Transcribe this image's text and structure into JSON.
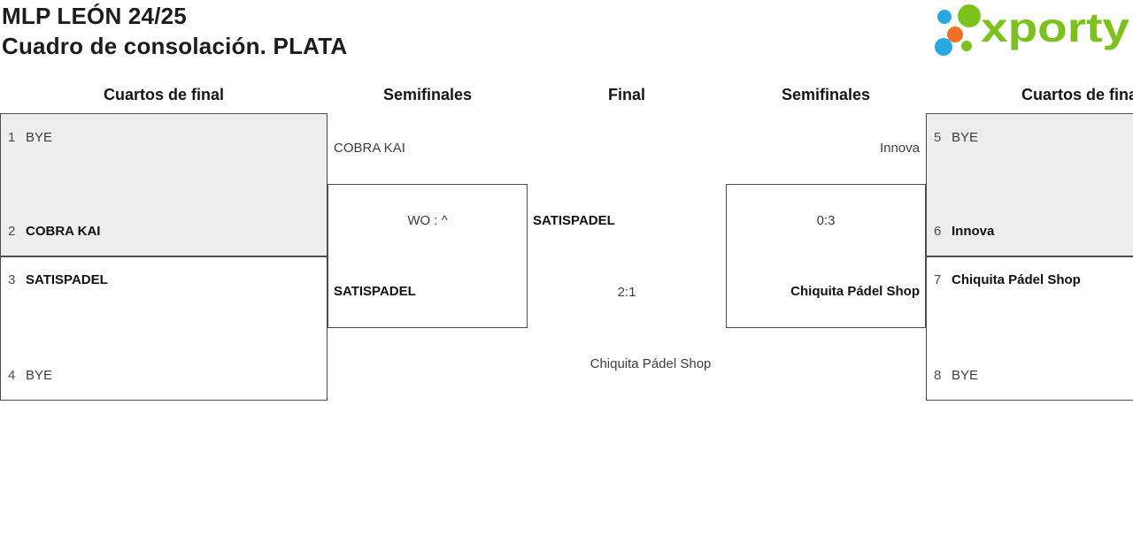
{
  "header": {
    "title": "MLP LEÓN 24/25",
    "subtitle": "Cuadro de consolación. PLATA",
    "logo_text": "xporty"
  },
  "colors": {
    "logo_green": "#7bc21d",
    "logo_blue": "#29a8e0",
    "logo_orange": "#ef7022",
    "box_fill": "#ededed",
    "box_border": "#4d4d4d"
  },
  "round_headers": [
    "Cuartos de final",
    "Semifinales",
    "Final",
    "Semifinales",
    "Cuartos de final"
  ],
  "bracket": {
    "qf_left": [
      {
        "seed": "1",
        "team": "BYE",
        "winner": false
      },
      {
        "seed": "2",
        "team": "COBRA KAI",
        "winner": true
      },
      {
        "seed": "3",
        "team": "SATISPADEL",
        "winner": true
      },
      {
        "seed": "4",
        "team": "BYE",
        "winner": false
      }
    ],
    "sf_left": {
      "team1": "COBRA KAI",
      "score": "WO : ^",
      "team2": "SATISPADEL"
    },
    "final": {
      "team1": "SATISPADEL",
      "score": "2:1",
      "team2": "Chiquita Pádel Shop"
    },
    "sf_right": {
      "team1": "Innova",
      "score": "0:3",
      "team2": "Chiquita Pádel Shop"
    },
    "qf_right": [
      {
        "seed": "5",
        "team": "BYE",
        "winner": false
      },
      {
        "seed": "6",
        "team": "Innova",
        "winner": true
      },
      {
        "seed": "7",
        "team": "Chiquita Pádel Shop",
        "winner": true
      },
      {
        "seed": "8",
        "team": "BYE",
        "winner": false
      }
    ]
  }
}
